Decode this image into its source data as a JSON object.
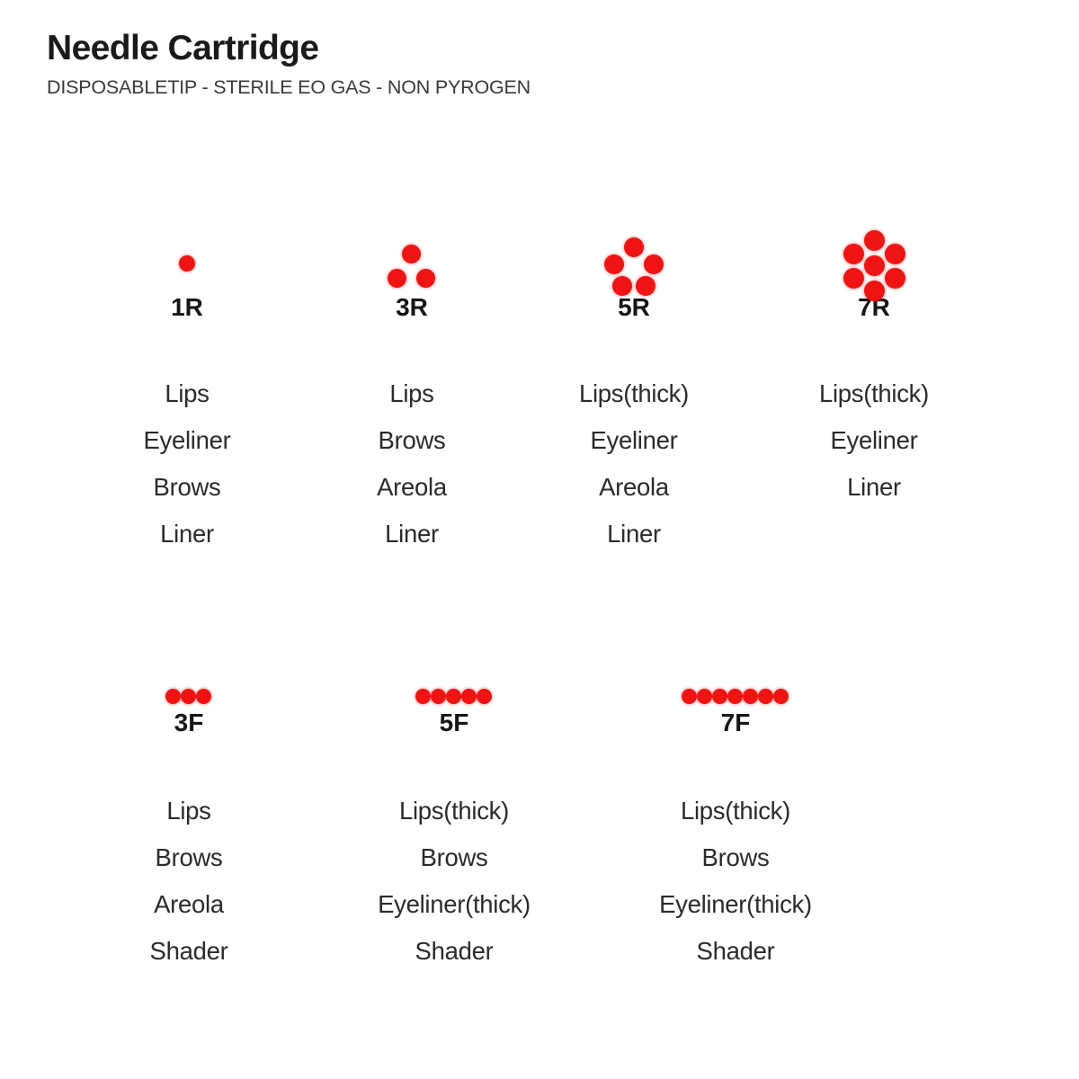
{
  "header": {
    "title": "Needle Cartridge",
    "subtitle": "DISPOSABLETIP - STERILE EO GAS - NON PYROGEN"
  },
  "colors": {
    "dot_red": "#ee1414",
    "text_dark": "#1b1b1b",
    "background": "#ffffff"
  },
  "rows": [
    {
      "name": "round-needles",
      "cards": [
        {
          "code": "1R",
          "pattern": "round-1",
          "dot_count": 1,
          "uses": [
            "Lips",
            "Eyeliner",
            "Brows",
            "Liner"
          ]
        },
        {
          "code": "3R",
          "pattern": "round-3",
          "dot_count": 3,
          "uses": [
            "Lips",
            "Brows",
            "Areola",
            "Liner"
          ]
        },
        {
          "code": "5R",
          "pattern": "round-5",
          "dot_count": 5,
          "uses": [
            "Lips(thick)",
            "Eyeliner",
            "Areola",
            "Liner"
          ]
        },
        {
          "code": "7R",
          "pattern": "round-7",
          "dot_count": 7,
          "uses": [
            "Lips(thick)",
            "Eyeliner",
            "Liner"
          ]
        }
      ]
    },
    {
      "name": "flat-needles",
      "cards": [
        {
          "code": "3F",
          "pattern": "flat-3",
          "dot_count": 3,
          "uses": [
            "Lips",
            "Brows",
            "Areola",
            "Shader"
          ]
        },
        {
          "code": "5F",
          "pattern": "flat-5",
          "dot_count": 5,
          "uses": [
            "Lips(thick)",
            "Brows",
            "Eyeliner(thick)",
            "Shader"
          ]
        },
        {
          "code": "7F",
          "pattern": "flat-7",
          "dot_count": 7,
          "uses": [
            "Lips(thick)",
            "Brows",
            "Eyeliner(thick)",
            "Shader"
          ]
        }
      ]
    }
  ]
}
